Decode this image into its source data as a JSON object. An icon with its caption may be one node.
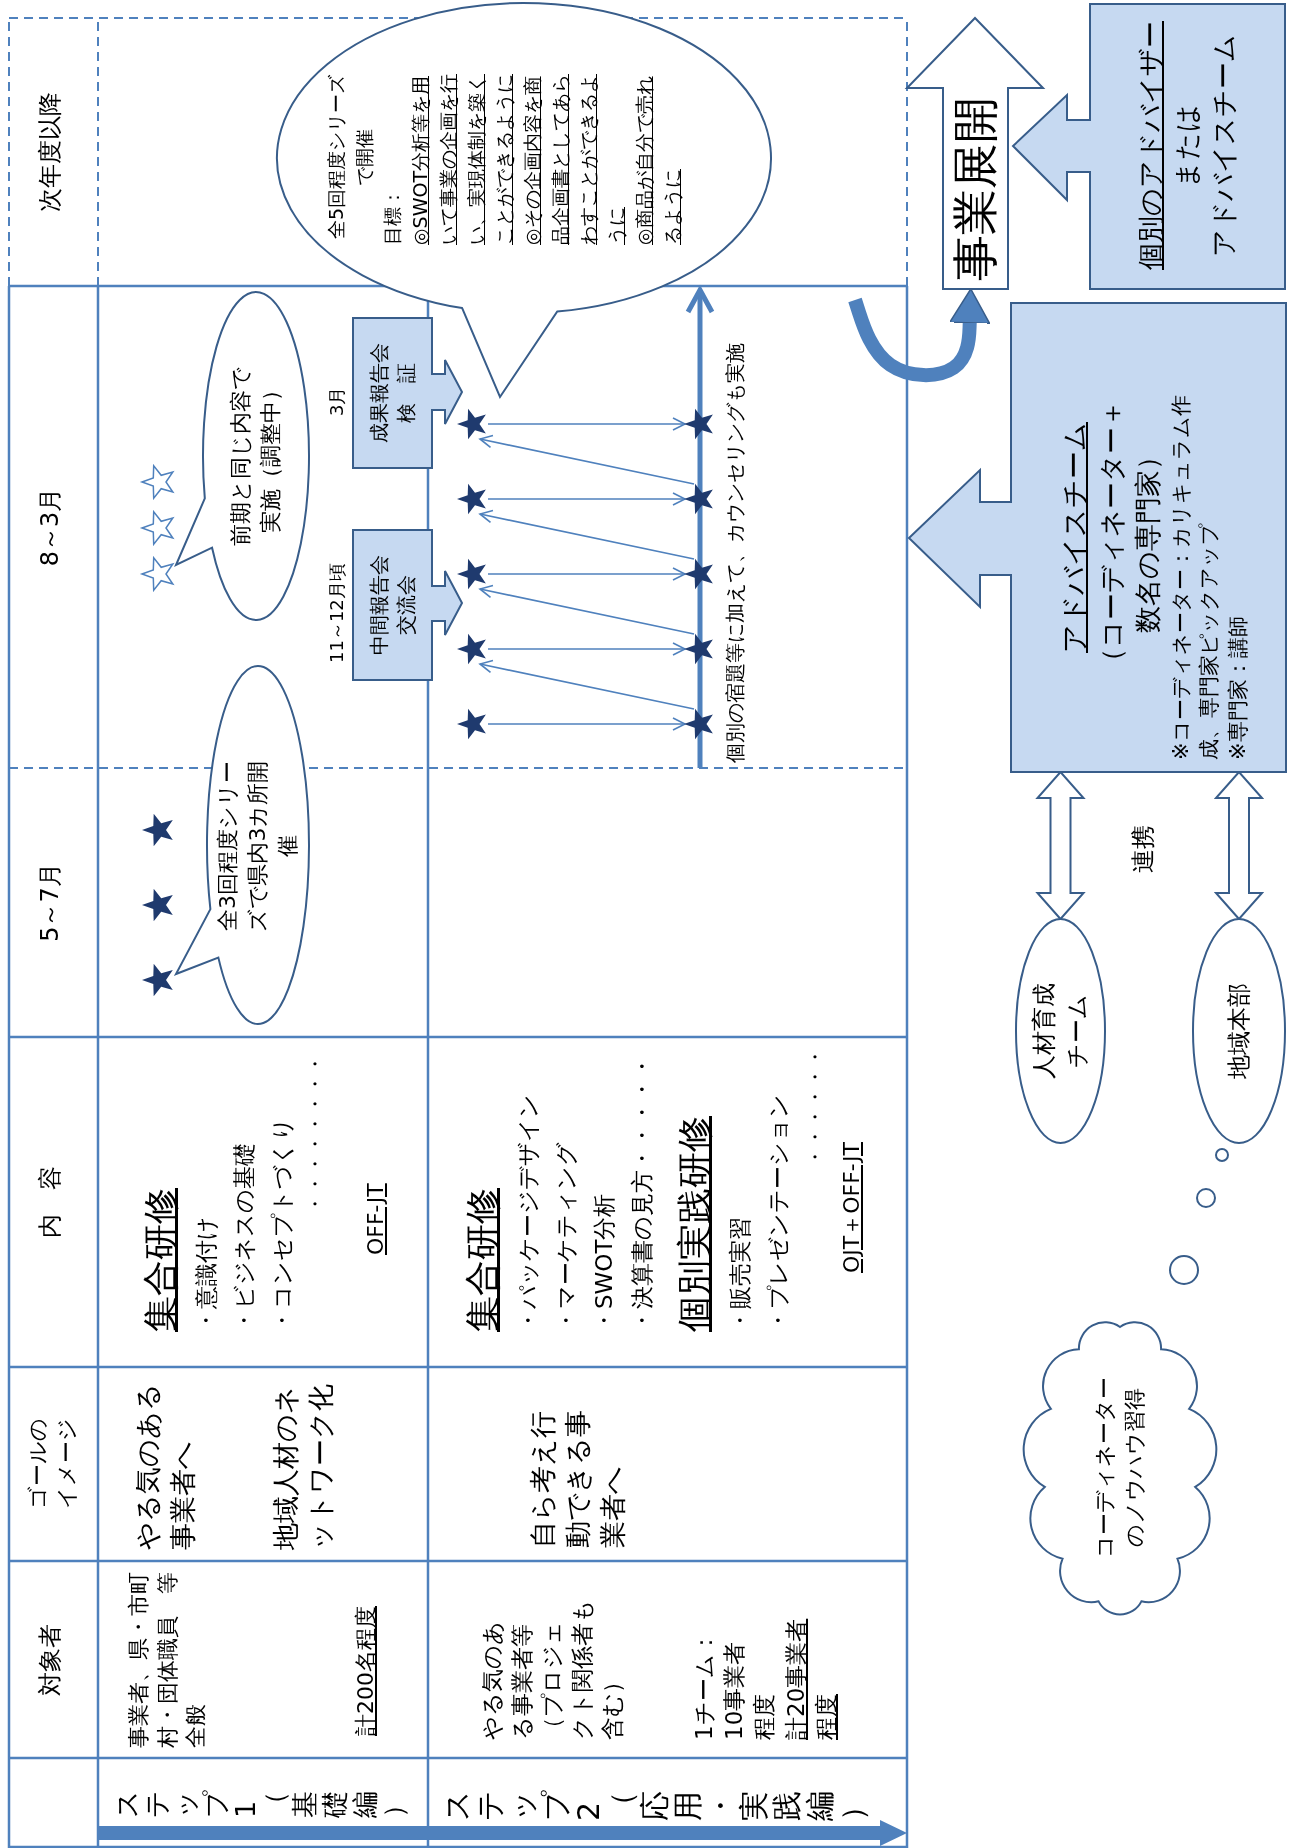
{
  "diagram": {
    "nodes": [
      {
        "text": [
          "全3回程度シリーズで県内3カ所開催"
        ]
      },
      {
        "text": [
          "前期と同じ内容で実施（調整中）"
        ]
      },
      {
        "text": [
          "中間報告会",
          "交流会"
        ],
        "beside": [
          "11～12月頃"
        ]
      },
      {
        "text": [
          "成果報告会",
          "検　証"
        ],
        "beside": [
          "3月"
        ]
      },
      {
        "text": [],
        "shape": "star"
      },
      {
        "text": [],
        "shape": "star"
      },
      {
        "text": [],
        "shape": "star"
      },
      {
        "text": [],
        "shape": "star"
      },
      {
        "text": [],
        "shape": "star"
      },
      {
        "text": [],
        "shape": "star"
      },
      {
        "text": [],
        "shape": "star"
      },
      {
        "text": [],
        "shape": "star"
      },
      {
        "text": [],
        "shape": "star"
      },
      {
        "text": [],
        "shape": "star"
      },
      {
        "text": [
          "全5回程度シリーズで開催",
          "目標：",
          "◎SWOT分析等を用いて事業の企画を行い、実現体制を築くことができるように",
          "◎その企画内容を商品企画書としてあらわすことができるように",
          "◎商品が自分で売れるように"
        ]
      },
      {
        "text": [
          "事業展開"
        ]
      },
      {
        "text": [
          "個別のアドバイザー",
          "または",
          "アドバイスチーム"
        ]
      },
      {
        "text": [
          "アドバイスチーム",
          "（コーディネーター＋数名の専門家）",
          "※コーディネーター：カリキュラム作成、専門家ピックアップ",
          "※専門家：講師"
        ]
      },
      {
        "text": [
          "人材育成チーム"
        ]
      },
      {
        "text": [
          "地域本部"
        ]
      },
      {
        "text": [
          "コーディネーターのノウハウ習得"
        ]
      }
    ],
    "edges": [
      {
        "from": 4,
        "to": 9,
        "arrow": "to"
      },
      {
        "from": 5,
        "to": 10,
        "arrow": "to"
      },
      {
        "from": 6,
        "to": 11,
        "arrow": "to"
      },
      {
        "from": 7,
        "to": 12,
        "arrow": "to"
      },
      {
        "from": 8,
        "to": 13,
        "arrow": "to"
      },
      {
        "from": 9,
        "to": 5,
        "arrow": "to"
      },
      {
        "from": 10,
        "to": 6,
        "arrow": "to"
      },
      {
        "from": 11,
        "to": 7,
        "arrow": "to"
      },
      {
        "from": 12,
        "to": 8,
        "arrow": "to"
      },
      {
        "from": null,
        "to": 15,
        "arrow": "to",
        "style": "thick"
      },
      {
        "from": 18,
        "to": 17,
        "arrow": "both",
        "style": "thick"
      },
      {
        "from": 19,
        "to": 17,
        "arrow": "both",
        "style": "thick"
      }
    ],
    "labels": [
      "対象者",
      "ゴールのイメージ",
      "内　容",
      "5～7月",
      "8～3月",
      "次年度以降",
      "ステップ1（基礎編）",
      "ステップ2（応用・実践編）",
      "事業者、県・市町村・団体職員　等全般",
      "計200名程度",
      "やる気のある事業者へ",
      "地域人材のネットワーク化",
      "集合研修",
      "・意識付け",
      "・ビジネスの基礎",
      "・コンセプトづくり",
      "・・・・・・・・",
      "OFF-JT",
      "やる気のある事業者等（プロジェクト関係者も含む）",
      "1チーム：10事業者程度",
      "計20事業者程度",
      "自ら考え行動できる事業者へ",
      "集合研修",
      "・パッケージデザイン",
      "・マーケティング",
      "・SWOT分析",
      "・決算書の見方・・・・・",
      "個別実践研修",
      "・販売実習",
      "・プレゼンテーション",
      "・・・・・・",
      "OJT＋OFF-JT",
      "個別の宿題等に加えて、カウンセリングも実施",
      "連携"
    ]
  }
}
